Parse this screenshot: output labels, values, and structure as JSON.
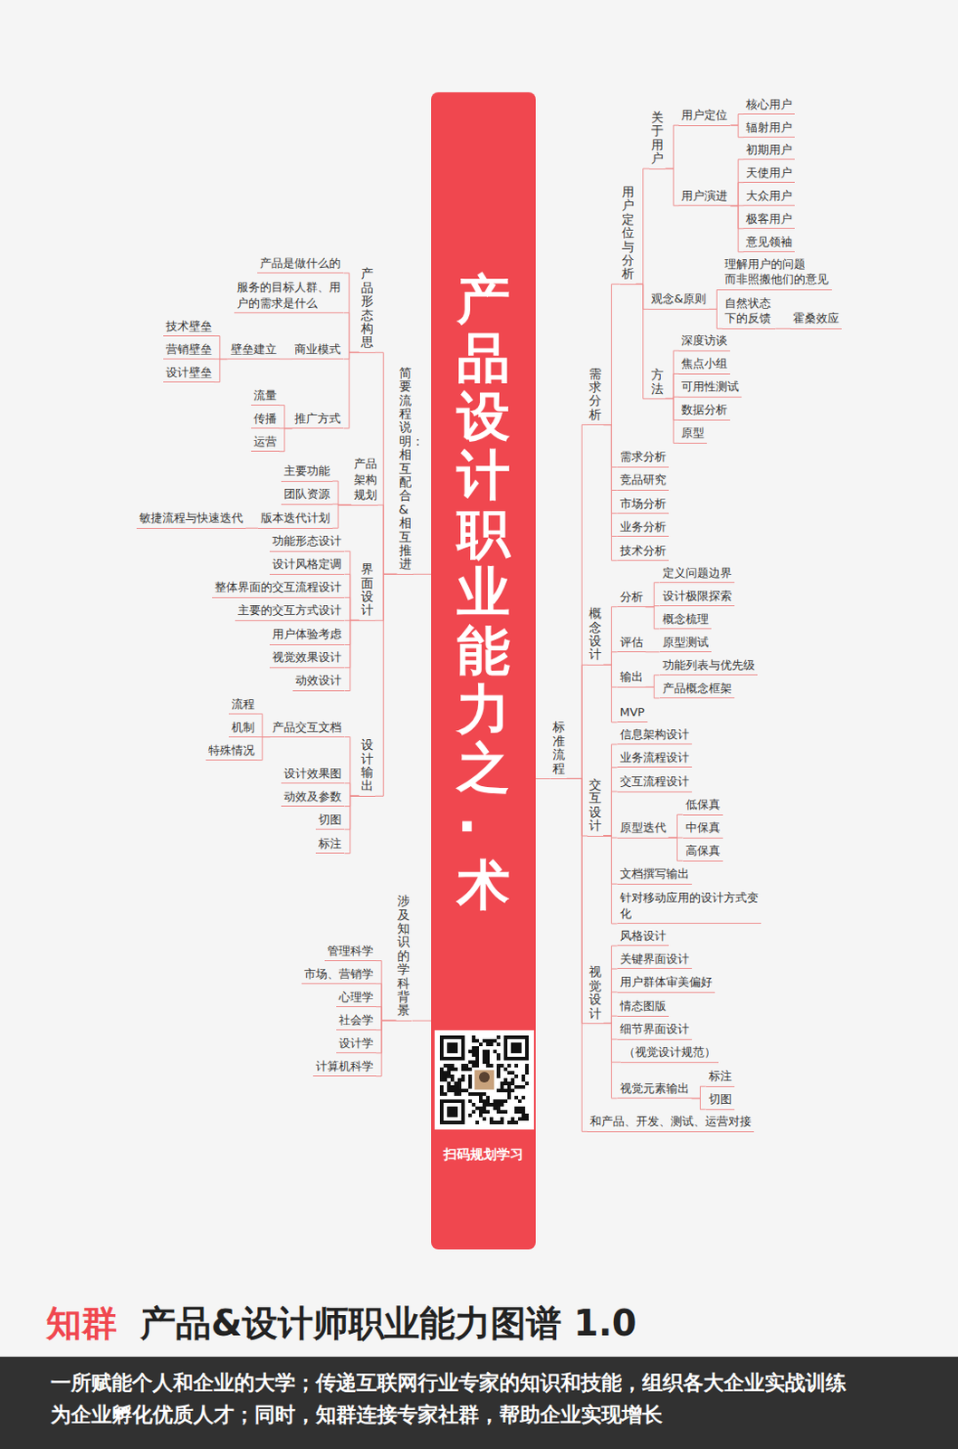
{
  "diagram": {
    "title": "产品&设计师职业能力图谱 1.0",
    "caption": "一所赋能个人和企业的大学；传递互联网行业专家的知识和技能，组织各大企业实战训练 为企业孵化优质人才；同时，知群连接专家社群，帮助企业实现增长",
    "nodes": [
      {
        "text": [
          "产品设计职业能力之·术",
          "扫码规划学习"
        ]
      },
      {
        "text": [
          "简要流程说明：相互配合&相互推进"
        ]
      },
      {
        "text": [
          "产品形态构思"
        ]
      },
      {
        "text": [
          "产品是做什么的"
        ]
      },
      {
        "text": [
          "服务的目标人群、用 户的需求是什么"
        ]
      },
      {
        "text": [
          "商业模式"
        ]
      },
      {
        "text": [
          "壁垒建立"
        ]
      },
      {
        "text": [
          "技术壁垒"
        ]
      },
      {
        "text": [
          "营销壁垒"
        ]
      },
      {
        "text": [
          "设计壁垒"
        ]
      },
      {
        "text": [
          "推广方式"
        ]
      },
      {
        "text": [
          "流量"
        ]
      },
      {
        "text": [
          "传播"
        ]
      },
      {
        "text": [
          "运营"
        ]
      },
      {
        "text": [
          "产品 架构 规划"
        ]
      },
      {
        "text": [
          "主要功能"
        ]
      },
      {
        "text": [
          "团队资源"
        ]
      },
      {
        "text": [
          "版本迭代计划"
        ]
      },
      {
        "text": [
          "敏捷流程与快速迭代"
        ]
      },
      {
        "text": [
          "界面设计"
        ]
      },
      {
        "text": [
          "功能形态设计"
        ]
      },
      {
        "text": [
          "设计风格定调"
        ]
      },
      {
        "text": [
          "整体界面的交互流程设计"
        ]
      },
      {
        "text": [
          "主要的交互方式设计"
        ]
      },
      {
        "text": [
          "用户体验考虑"
        ]
      },
      {
        "text": [
          "视觉效果设计"
        ]
      },
      {
        "text": [
          "动效设计"
        ]
      },
      {
        "text": [
          "设计输出"
        ]
      },
      {
        "text": [
          "产品交互文档"
        ]
      },
      {
        "text": [
          "流程"
        ]
      },
      {
        "text": [
          "机制"
        ]
      },
      {
        "text": [
          "特殊情况"
        ]
      },
      {
        "text": [
          "设计效果图"
        ]
      },
      {
        "text": [
          "动效及参数"
        ]
      },
      {
        "text": [
          "切图"
        ]
      },
      {
        "text": [
          "标注"
        ]
      },
      {
        "text": [
          "涉及知识的学科背景"
        ]
      },
      {
        "text": [
          "管理科学"
        ]
      },
      {
        "text": [
          "市场、营销学"
        ]
      },
      {
        "text": [
          "心理学"
        ]
      },
      {
        "text": [
          "社会学"
        ]
      },
      {
        "text": [
          "设计学"
        ]
      },
      {
        "text": [
          "计算机科学"
        ]
      },
      {
        "text": [
          "标准流程"
        ]
      },
      {
        "text": [
          "需求分析"
        ]
      },
      {
        "text": [
          "用户定位与分析"
        ]
      },
      {
        "text": [
          "关于用户"
        ]
      },
      {
        "text": [
          "用户定位"
        ]
      },
      {
        "text": [
          "核心用户"
        ]
      },
      {
        "text": [
          "辐射用户"
        ]
      },
      {
        "text": [
          "用户演进"
        ]
      },
      {
        "text": [
          "初期用户"
        ]
      },
      {
        "text": [
          "天使用户"
        ]
      },
      {
        "text": [
          "大众用户"
        ]
      },
      {
        "text": [
          "极客用户"
        ]
      },
      {
        "text": [
          "意见领袖"
        ]
      },
      {
        "text": [
          "观念&原则"
        ]
      },
      {
        "text": [
          "理解用户的问题 而非照搬他们的意见"
        ]
      },
      {
        "text": [
          "自然状态 下的反馈"
        ]
      },
      {
        "text": [
          "霍桑效应"
        ]
      },
      {
        "text": [
          "方法"
        ]
      },
      {
        "text": [
          "深度访谈"
        ]
      },
      {
        "text": [
          "焦点小组"
        ]
      },
      {
        "text": [
          "可用性测试"
        ]
      },
      {
        "text": [
          "数据分析"
        ]
      },
      {
        "text": [
          "原型"
        ]
      },
      {
        "text": [
          "需求分析"
        ]
      },
      {
        "text": [
          "竞品研究"
        ]
      },
      {
        "text": [
          "市场分析"
        ]
      },
      {
        "text": [
          "业务分析"
        ]
      },
      {
        "text": [
          "技术分析"
        ]
      },
      {
        "text": [
          "概念设计"
        ]
      },
      {
        "text": [
          "分析"
        ]
      },
      {
        "text": [
          "定义问题边界"
        ]
      },
      {
        "text": [
          "设计极限探索"
        ]
      },
      {
        "text": [
          "概念梳理"
        ]
      },
      {
        "text": [
          "评估"
        ]
      },
      {
        "text": [
          "原型测试"
        ]
      },
      {
        "text": [
          "输出"
        ]
      },
      {
        "text": [
          "功能列表与优先级"
        ]
      },
      {
        "text": [
          "产品概念框架"
        ]
      },
      {
        "text": [
          "MVP"
        ]
      },
      {
        "text": [
          "交互设计"
        ]
      },
      {
        "text": [
          "信息架构设计"
        ]
      },
      {
        "text": [
          "业务流程设计"
        ]
      },
      {
        "text": [
          "交互流程设计"
        ]
      },
      {
        "text": [
          "原型迭代"
        ]
      },
      {
        "text": [
          "低保真"
        ]
      },
      {
        "text": [
          "中保真"
        ]
      },
      {
        "text": [
          "高保真"
        ]
      },
      {
        "text": [
          "文档撰写输出"
        ]
      },
      {
        "text": [
          "针对移动应用的设计方式变 化"
        ]
      },
      {
        "text": [
          "视觉设计"
        ]
      },
      {
        "text": [
          "风格设计"
        ]
      },
      {
        "text": [
          "关键界面设计"
        ]
      },
      {
        "text": [
          "用户群体审美偏好"
        ]
      },
      {
        "text": [
          "情态图版"
        ]
      },
      {
        "text": [
          "细节界面设计"
        ]
      },
      {
        "text": [
          "（视觉设计规范）"
        ]
      },
      {
        "text": [
          "视觉元素输出"
        ]
      },
      {
        "text": [
          "标注"
        ]
      },
      {
        "text": [
          "切图"
        ]
      },
      {
        "text": [
          "和产品、开发、测试、运营对接"
        ]
      }
    ],
    "edges": [
      {
        "from": 0,
        "to": 1,
        "arrow": "none"
      },
      {
        "from": 1,
        "to": 2,
        "arrow": "none"
      },
      {
        "from": 2,
        "to": 3,
        "arrow": "none"
      },
      {
        "from": 2,
        "to": 4,
        "arrow": "none"
      },
      {
        "from": 2,
        "to": 5,
        "arrow": "none"
      },
      {
        "from": 5,
        "to": 6,
        "arrow": "none"
      },
      {
        "from": 6,
        "to": 7,
        "arrow": "none"
      },
      {
        "from": 6,
        "to": 8,
        "arrow": "none"
      },
      {
        "from": 6,
        "to": 9,
        "arrow": "none"
      },
      {
        "from": 2,
        "to": 10,
        "arrow": "none"
      },
      {
        "from": 10,
        "to": 11,
        "arrow": "none"
      },
      {
        "from": 10,
        "to": 12,
        "arrow": "none"
      },
      {
        "from": 10,
        "to": 13,
        "arrow": "none"
      },
      {
        "from": 1,
        "to": 14,
        "arrow": "none"
      },
      {
        "from": 14,
        "to": 15,
        "arrow": "none"
      },
      {
        "from": 14,
        "to": 16,
        "arrow": "none"
      },
      {
        "from": 14,
        "to": 17,
        "arrow": "none"
      },
      {
        "from": 17,
        "to": 18,
        "arrow": "none"
      },
      {
        "from": 1,
        "to": 19,
        "arrow": "none"
      },
      {
        "from": 19,
        "to": 20,
        "arrow": "none"
      },
      {
        "from": 19,
        "to": 21,
        "arrow": "none"
      },
      {
        "from": 19,
        "to": 22,
        "arrow": "none"
      },
      {
        "from": 19,
        "to": 23,
        "arrow": "none"
      },
      {
        "from": 19,
        "to": 24,
        "arrow": "none"
      },
      {
        "from": 19,
        "to": 25,
        "arrow": "none"
      },
      {
        "from": 19,
        "to": 26,
        "arrow": "none"
      },
      {
        "from": 1,
        "to": 27,
        "arrow": "none"
      },
      {
        "from": 27,
        "to": 28,
        "arrow": "none"
      },
      {
        "from": 28,
        "to": 29,
        "arrow": "none"
      },
      {
        "from": 28,
        "to": 30,
        "arrow": "none"
      },
      {
        "from": 28,
        "to": 31,
        "arrow": "none"
      },
      {
        "from": 27,
        "to": 32,
        "arrow": "none"
      },
      {
        "from": 27,
        "to": 33,
        "arrow": "none"
      },
      {
        "from": 27,
        "to": 34,
        "arrow": "none"
      },
      {
        "from": 27,
        "to": 35,
        "arrow": "none"
      },
      {
        "from": 0,
        "to": 36,
        "arrow": "none"
      },
      {
        "from": 36,
        "to": 37,
        "arrow": "none"
      },
      {
        "from": 36,
        "to": 38,
        "arrow": "none"
      },
      {
        "from": 36,
        "to": 39,
        "arrow": "none"
      },
      {
        "from": 36,
        "to": 40,
        "arrow": "none"
      },
      {
        "from": 36,
        "to": 41,
        "arrow": "none"
      },
      {
        "from": 36,
        "to": 42,
        "arrow": "none"
      },
      {
        "from": 0,
        "to": 43,
        "arrow": "none"
      },
      {
        "from": 43,
        "to": 44,
        "arrow": "none"
      },
      {
        "from": 44,
        "to": 45,
        "arrow": "none"
      },
      {
        "from": 45,
        "to": 46,
        "arrow": "none"
      },
      {
        "from": 46,
        "to": 47,
        "arrow": "none"
      },
      {
        "from": 47,
        "to": 48,
        "arrow": "none"
      },
      {
        "from": 47,
        "to": 49,
        "arrow": "none"
      },
      {
        "from": 46,
        "to": 50,
        "arrow": "none"
      },
      {
        "from": 50,
        "to": 51,
        "arrow": "none"
      },
      {
        "from": 50,
        "to": 52,
        "arrow": "none"
      },
      {
        "from": 50,
        "to": 53,
        "arrow": "none"
      },
      {
        "from": 50,
        "to": 54,
        "arrow": "none"
      },
      {
        "from": 50,
        "to": 55,
        "arrow": "none"
      },
      {
        "from": 45,
        "to": 56,
        "arrow": "none"
      },
      {
        "from": 56,
        "to": 57,
        "arrow": "none"
      },
      {
        "from": 56,
        "to": 58,
        "arrow": "none"
      },
      {
        "from": 58,
        "to": 59,
        "arrow": "none"
      },
      {
        "from": 45,
        "to": 60,
        "arrow": "none"
      },
      {
        "from": 60,
        "to": 61,
        "arrow": "none"
      },
      {
        "from": 60,
        "to": 62,
        "arrow": "none"
      },
      {
        "from": 60,
        "to": 63,
        "arrow": "none"
      },
      {
        "from": 60,
        "to": 64,
        "arrow": "none"
      },
      {
        "from": 60,
        "to": 65,
        "arrow": "none"
      },
      {
        "from": 44,
        "to": 66,
        "arrow": "none"
      },
      {
        "from": 44,
        "to": 67,
        "arrow": "none"
      },
      {
        "from": 44,
        "to": 68,
        "arrow": "none"
      },
      {
        "from": 44,
        "to": 69,
        "arrow": "none"
      },
      {
        "from": 44,
        "to": 70,
        "arrow": "none"
      },
      {
        "from": 43,
        "to": 71,
        "arrow": "none"
      },
      {
        "from": 71,
        "to": 72,
        "arrow": "none"
      },
      {
        "from": 72,
        "to": 73,
        "arrow": "none"
      },
      {
        "from": 72,
        "to": 74,
        "arrow": "none"
      },
      {
        "from": 72,
        "to": 75,
        "arrow": "none"
      },
      {
        "from": 71,
        "to": 76,
        "arrow": "none"
      },
      {
        "from": 76,
        "to": 77,
        "arrow": "none"
      },
      {
        "from": 71,
        "to": 78,
        "arrow": "none"
      },
      {
        "from": 78,
        "to": 79,
        "arrow": "none"
      },
      {
        "from": 78,
        "to": 80,
        "arrow": "none"
      },
      {
        "from": 71,
        "to": 81,
        "arrow": "none"
      },
      {
        "from": 43,
        "to": 82,
        "arrow": "none"
      },
      {
        "from": 82,
        "to": 83,
        "arrow": "none"
      },
      {
        "from": 82,
        "to": 84,
        "arrow": "none"
      },
      {
        "from": 82,
        "to": 85,
        "arrow": "none"
      },
      {
        "from": 82,
        "to": 86,
        "arrow": "none"
      },
      {
        "from": 86,
        "to": 87,
        "arrow": "none"
      },
      {
        "from": 86,
        "to": 88,
        "arrow": "none"
      },
      {
        "from": 86,
        "to": 89,
        "arrow": "none"
      },
      {
        "from": 82,
        "to": 90,
        "arrow": "none"
      },
      {
        "from": 82,
        "to": 91,
        "arrow": "none"
      },
      {
        "from": 43,
        "to": 92,
        "arrow": "none"
      },
      {
        "from": 92,
        "to": 93,
        "arrow": "none"
      },
      {
        "from": 92,
        "to": 94,
        "arrow": "none"
      },
      {
        "from": 92,
        "to": 95,
        "arrow": "none"
      },
      {
        "from": 92,
        "to": 96,
        "arrow": "none"
      },
      {
        "from": 92,
        "to": 97,
        "arrow": "none"
      },
      {
        "from": 92,
        "to": 98,
        "arrow": "none"
      },
      {
        "from": 92,
        "to": 99,
        "arrow": "none"
      },
      {
        "from": 99,
        "to": 100,
        "arrow": "none"
      },
      {
        "from": 99,
        "to": 101,
        "arrow": "none"
      },
      {
        "from": 43,
        "to": 102,
        "arrow": "none"
      }
    ],
    "labels": [
      "知群"
    ]
  }
}
